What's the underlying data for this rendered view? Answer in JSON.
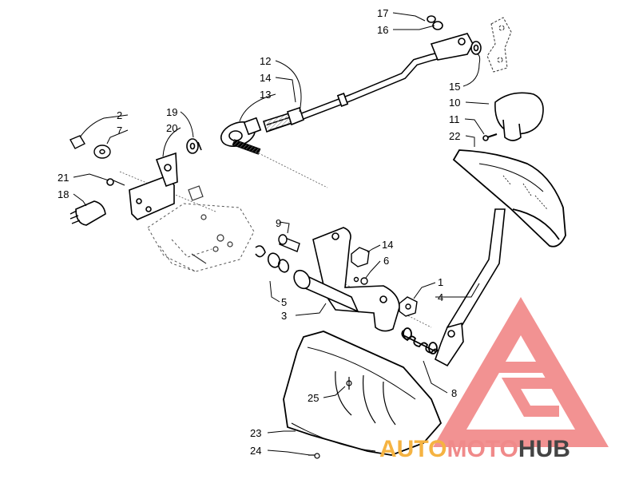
{
  "diagram": {
    "callouts": [
      {
        "id": "c17",
        "text": "17"
      },
      {
        "id": "c16",
        "text": "16"
      },
      {
        "id": "c12",
        "text": "12"
      },
      {
        "id": "c14a",
        "text": "14"
      },
      {
        "id": "c13",
        "text": "13"
      },
      {
        "id": "c15",
        "text": "15"
      },
      {
        "id": "c10",
        "text": "10"
      },
      {
        "id": "c11",
        "text": "11"
      },
      {
        "id": "c22",
        "text": "22"
      },
      {
        "id": "c2",
        "text": "2"
      },
      {
        "id": "c7",
        "text": "7"
      },
      {
        "id": "c19",
        "text": "19"
      },
      {
        "id": "c20",
        "text": "20"
      },
      {
        "id": "c21",
        "text": "21"
      },
      {
        "id": "c18",
        "text": "18"
      },
      {
        "id": "c9",
        "text": "9"
      },
      {
        "id": "c14b",
        "text": "14"
      },
      {
        "id": "c6",
        "text": "6"
      },
      {
        "id": "c5",
        "text": "5"
      },
      {
        "id": "c3",
        "text": "3"
      },
      {
        "id": "c1",
        "text": "1"
      },
      {
        "id": "c4",
        "text": "4"
      },
      {
        "id": "c8",
        "text": "8"
      },
      {
        "id": "c25",
        "text": "25"
      },
      {
        "id": "c23",
        "text": "23"
      },
      {
        "id": "c24",
        "text": "24"
      }
    ]
  },
  "watermark": {
    "part1": "AUTO",
    "part2": "MOTO",
    "part3": "HUB",
    "colors": {
      "auto": "#f5b342",
      "moto": "#f08a8a",
      "hub": "#444444",
      "triangle": "#f07070"
    }
  }
}
